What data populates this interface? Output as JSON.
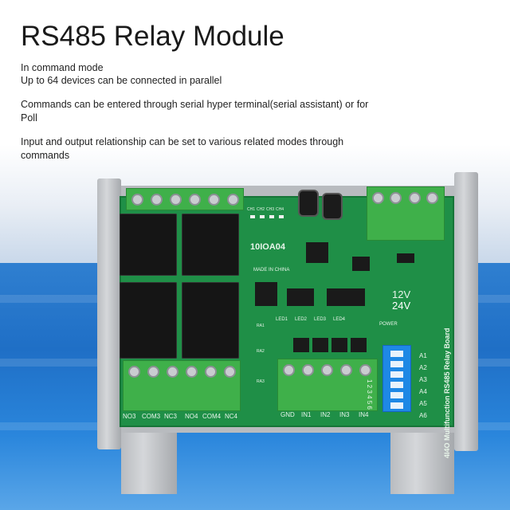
{
  "heading": {
    "title": "RS485 Relay Module"
  },
  "description": {
    "line1": "In command mode",
    "line2": "Up to 64 devices can be connected in parallel",
    "line3": "Commands can be entered through serial hyper terminal(serial assistant) or for Poll",
    "line4": "Input and output relationship can be set to various related modes through commands"
  },
  "board": {
    "model": "10IOA04",
    "made_in": "MADE IN CHINA",
    "name_vertical": "4I4O Multifunction RS485 Relay Board",
    "voltage_12": "12V",
    "voltage_24": "24V",
    "outputs_left": [
      "NO3",
      "COM3",
      "NC3",
      "NO4",
      "COM4",
      "NC4"
    ],
    "inputs_bottom": [
      "GND",
      "IN1",
      "IN2",
      "IN3",
      "IN4"
    ],
    "dip_labels": [
      "A1",
      "A2",
      "A3",
      "A4",
      "A5",
      "A6"
    ],
    "dip_numbers": "1 2 3 4 5 6",
    "led_labels": [
      "LED1",
      "LED2",
      "LED3",
      "LED4"
    ],
    "ch_labels": [
      "CH1",
      "CH2",
      "CH3",
      "CH4"
    ],
    "power_label": "POWER",
    "ra_labels": [
      "RA1",
      "RA2",
      "RA3"
    ]
  },
  "colors": {
    "pcb": "#1f8f47",
    "background_blue": "#2a86dc",
    "terminal_green": "#3fb04a",
    "dip_blue": "#1e88e5"
  }
}
